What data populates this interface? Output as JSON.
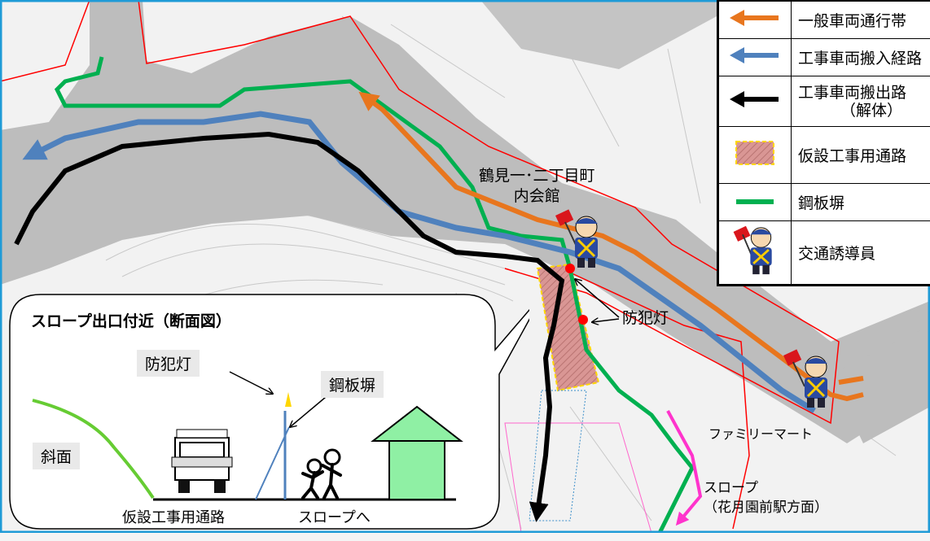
{
  "legend": {
    "items": [
      {
        "label": "一般車両通行帯",
        "symbol": "orange-arrow"
      },
      {
        "label": "工事車両搬入経路",
        "symbol": "blue-arrow"
      },
      {
        "label": "工事車両搬出路",
        "label2": "（解体）",
        "symbol": "black-arrow"
      },
      {
        "label": "仮設工事用通路",
        "symbol": "pink-hatched-area"
      },
      {
        "label": "鋼板塀",
        "symbol": "green-line"
      },
      {
        "label": "交通誘導員",
        "symbol": "guard-figure"
      }
    ]
  },
  "map_labels": {
    "community_hall_line1": "鶴見一･二丁目町",
    "community_hall_line2": "内会館",
    "streetlight": "防犯灯",
    "family_mart": "ファミリーマート",
    "slope_line1": "スロープ",
    "slope_line2": "（花月園前駅方面）"
  },
  "inset": {
    "title": "スロープ出口付近（断面図）",
    "streetlight": "防犯灯",
    "steel_fence": "鋼板塀",
    "slope": "斜面",
    "temp_path": "仮設工事用通路",
    "to_slope": "スロープへ"
  },
  "colors": {
    "orange": "#e8761e",
    "blue": "#4f81bd",
    "black": "#000000",
    "green": "#00b050",
    "pink_area": "#d99694",
    "magenta": "#ff33cc",
    "red_outline": "#ff0000",
    "frame": "#1f9bd7",
    "road_gray": "#bdbdbd",
    "house_green": "#8ff0a4"
  }
}
